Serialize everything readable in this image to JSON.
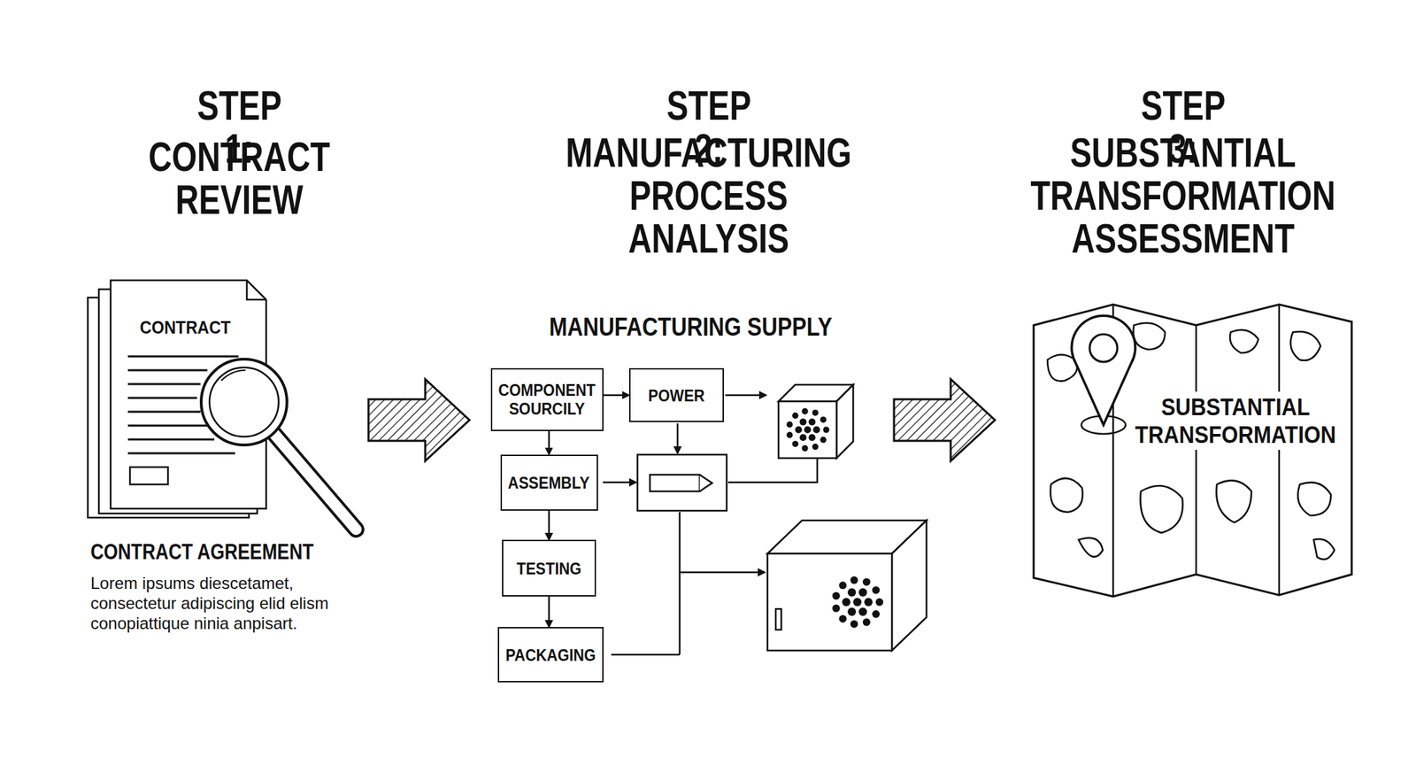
{
  "diagram": {
    "nodes": [
      {
        "text": [
          "COMPONENT SOURCILY"
        ]
      },
      {
        "text": [
          "POWER"
        ]
      },
      {
        "text": [
          "ASSEMBLY"
        ]
      },
      {
        "text": [
          "TESTING"
        ]
      },
      {
        "text": [
          "PACKAGING"
        ]
      }
    ],
    "edges": [
      {
        "from": 0,
        "to": 1,
        "arrow": "to"
      },
      {
        "from": 0,
        "to": 2,
        "arrow": "to"
      },
      {
        "from": 2,
        "to": 3,
        "arrow": "to"
      },
      {
        "from": 3,
        "to": 4,
        "arrow": "to"
      }
    ],
    "labels": [
      "STEP 1:",
      "CONTRACT REVIEW",
      "STEP 2:",
      "MANUFACTURING PROCESS ANALYSIS",
      "STEP 3:",
      "SUBSTANTIAL TRANSFORMATION ASSESSMENT",
      "CONTRACT",
      "CONTRACT AGREEMENT",
      "Lorem ipsums diescetamet, consectetur adipiscing elid elism conopiattique ninia anpisart.",
      "MANUFACTURING SUPPLY",
      "SUBSTANTIAL TRANSFORMATION"
    ]
  }
}
